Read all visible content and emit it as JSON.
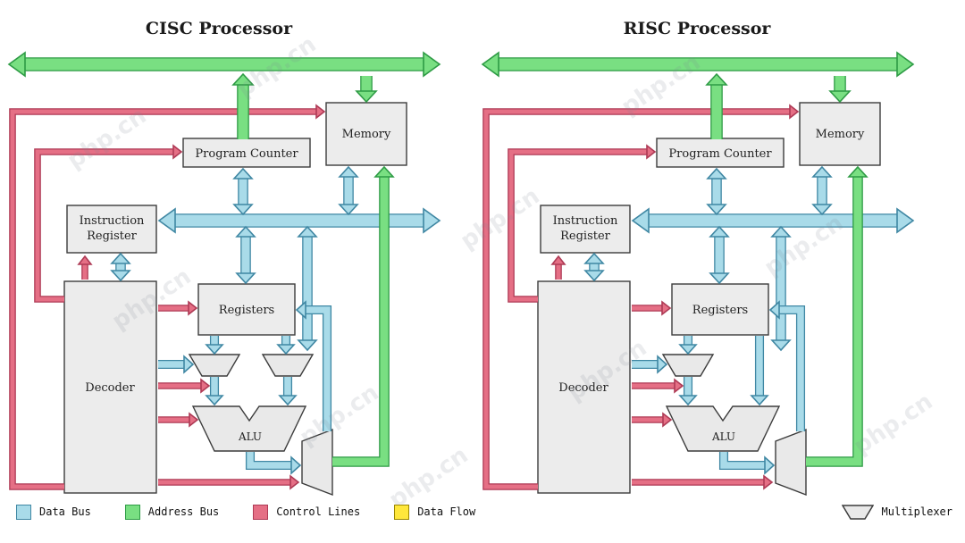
{
  "titles": {
    "left": "CISC Processor",
    "right": "RISC Processor"
  },
  "blocks": {
    "memory": "Memory",
    "program_counter": "Program Counter",
    "instruction_register": [
      "Instruction",
      "Register"
    ],
    "decoder": "Decoder",
    "registers": "Registers",
    "alu": "ALU"
  },
  "legend": {
    "items": [
      {
        "label": "Data Bus",
        "color_key": "data_bus"
      },
      {
        "label": "Address Bus",
        "color_key": "address_bus"
      },
      {
        "label": "Control Lines",
        "color_key": "control_lines"
      },
      {
        "label": "Data Flow",
        "color_key": "data_flow"
      }
    ],
    "multiplexer_label": "Multiplexer"
  },
  "colors": {
    "data_bus": {
      "fill": "#A9DBE9",
      "stroke": "#3F87A3"
    },
    "address_bus": {
      "fill": "#79DF82",
      "stroke": "#2E9B45"
    },
    "control_lines": {
      "fill": "#E56F85",
      "stroke": "#AE3A55"
    },
    "data_flow": {
      "fill": "#FFE73B",
      "stroke": "#9B8700"
    },
    "box": {
      "fill": "#ECECEC",
      "stroke": "#3C3C3C"
    },
    "mux": {
      "fill": "#E9E9E9",
      "stroke": "#3C3C3C"
    }
  },
  "watermark": "php.cn"
}
